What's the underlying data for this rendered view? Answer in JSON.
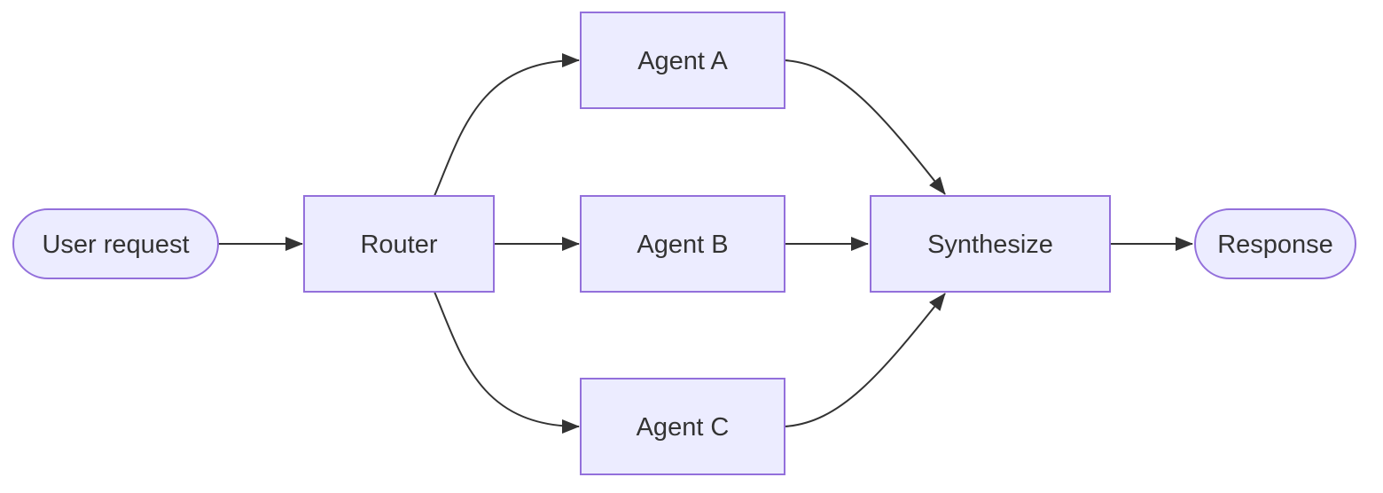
{
  "diagram": {
    "type": "flowchart",
    "direction": "left-to-right",
    "theme": {
      "background": "#ffffff",
      "node_fill": "#ECECFF",
      "node_border": "#9370DB",
      "edge_color": "#333333",
      "text_color": "#333333"
    },
    "nodes": [
      {
        "id": "user-request",
        "label": "User request",
        "shape": "stadium"
      },
      {
        "id": "router",
        "label": "Router",
        "shape": "rectangle"
      },
      {
        "id": "agent-a",
        "label": "Agent A",
        "shape": "rectangle"
      },
      {
        "id": "agent-b",
        "label": "Agent B",
        "shape": "rectangle"
      },
      {
        "id": "agent-c",
        "label": "Agent C",
        "shape": "rectangle"
      },
      {
        "id": "synthesize",
        "label": "Synthesize",
        "shape": "rectangle"
      },
      {
        "id": "response",
        "label": "Response",
        "shape": "stadium"
      }
    ],
    "edges": [
      {
        "from": "user-request",
        "to": "router"
      },
      {
        "from": "router",
        "to": "agent-a"
      },
      {
        "from": "router",
        "to": "agent-b"
      },
      {
        "from": "router",
        "to": "agent-c"
      },
      {
        "from": "agent-a",
        "to": "synthesize"
      },
      {
        "from": "agent-b",
        "to": "synthesize"
      },
      {
        "from": "agent-c",
        "to": "synthesize"
      },
      {
        "from": "synthesize",
        "to": "response"
      }
    ]
  }
}
